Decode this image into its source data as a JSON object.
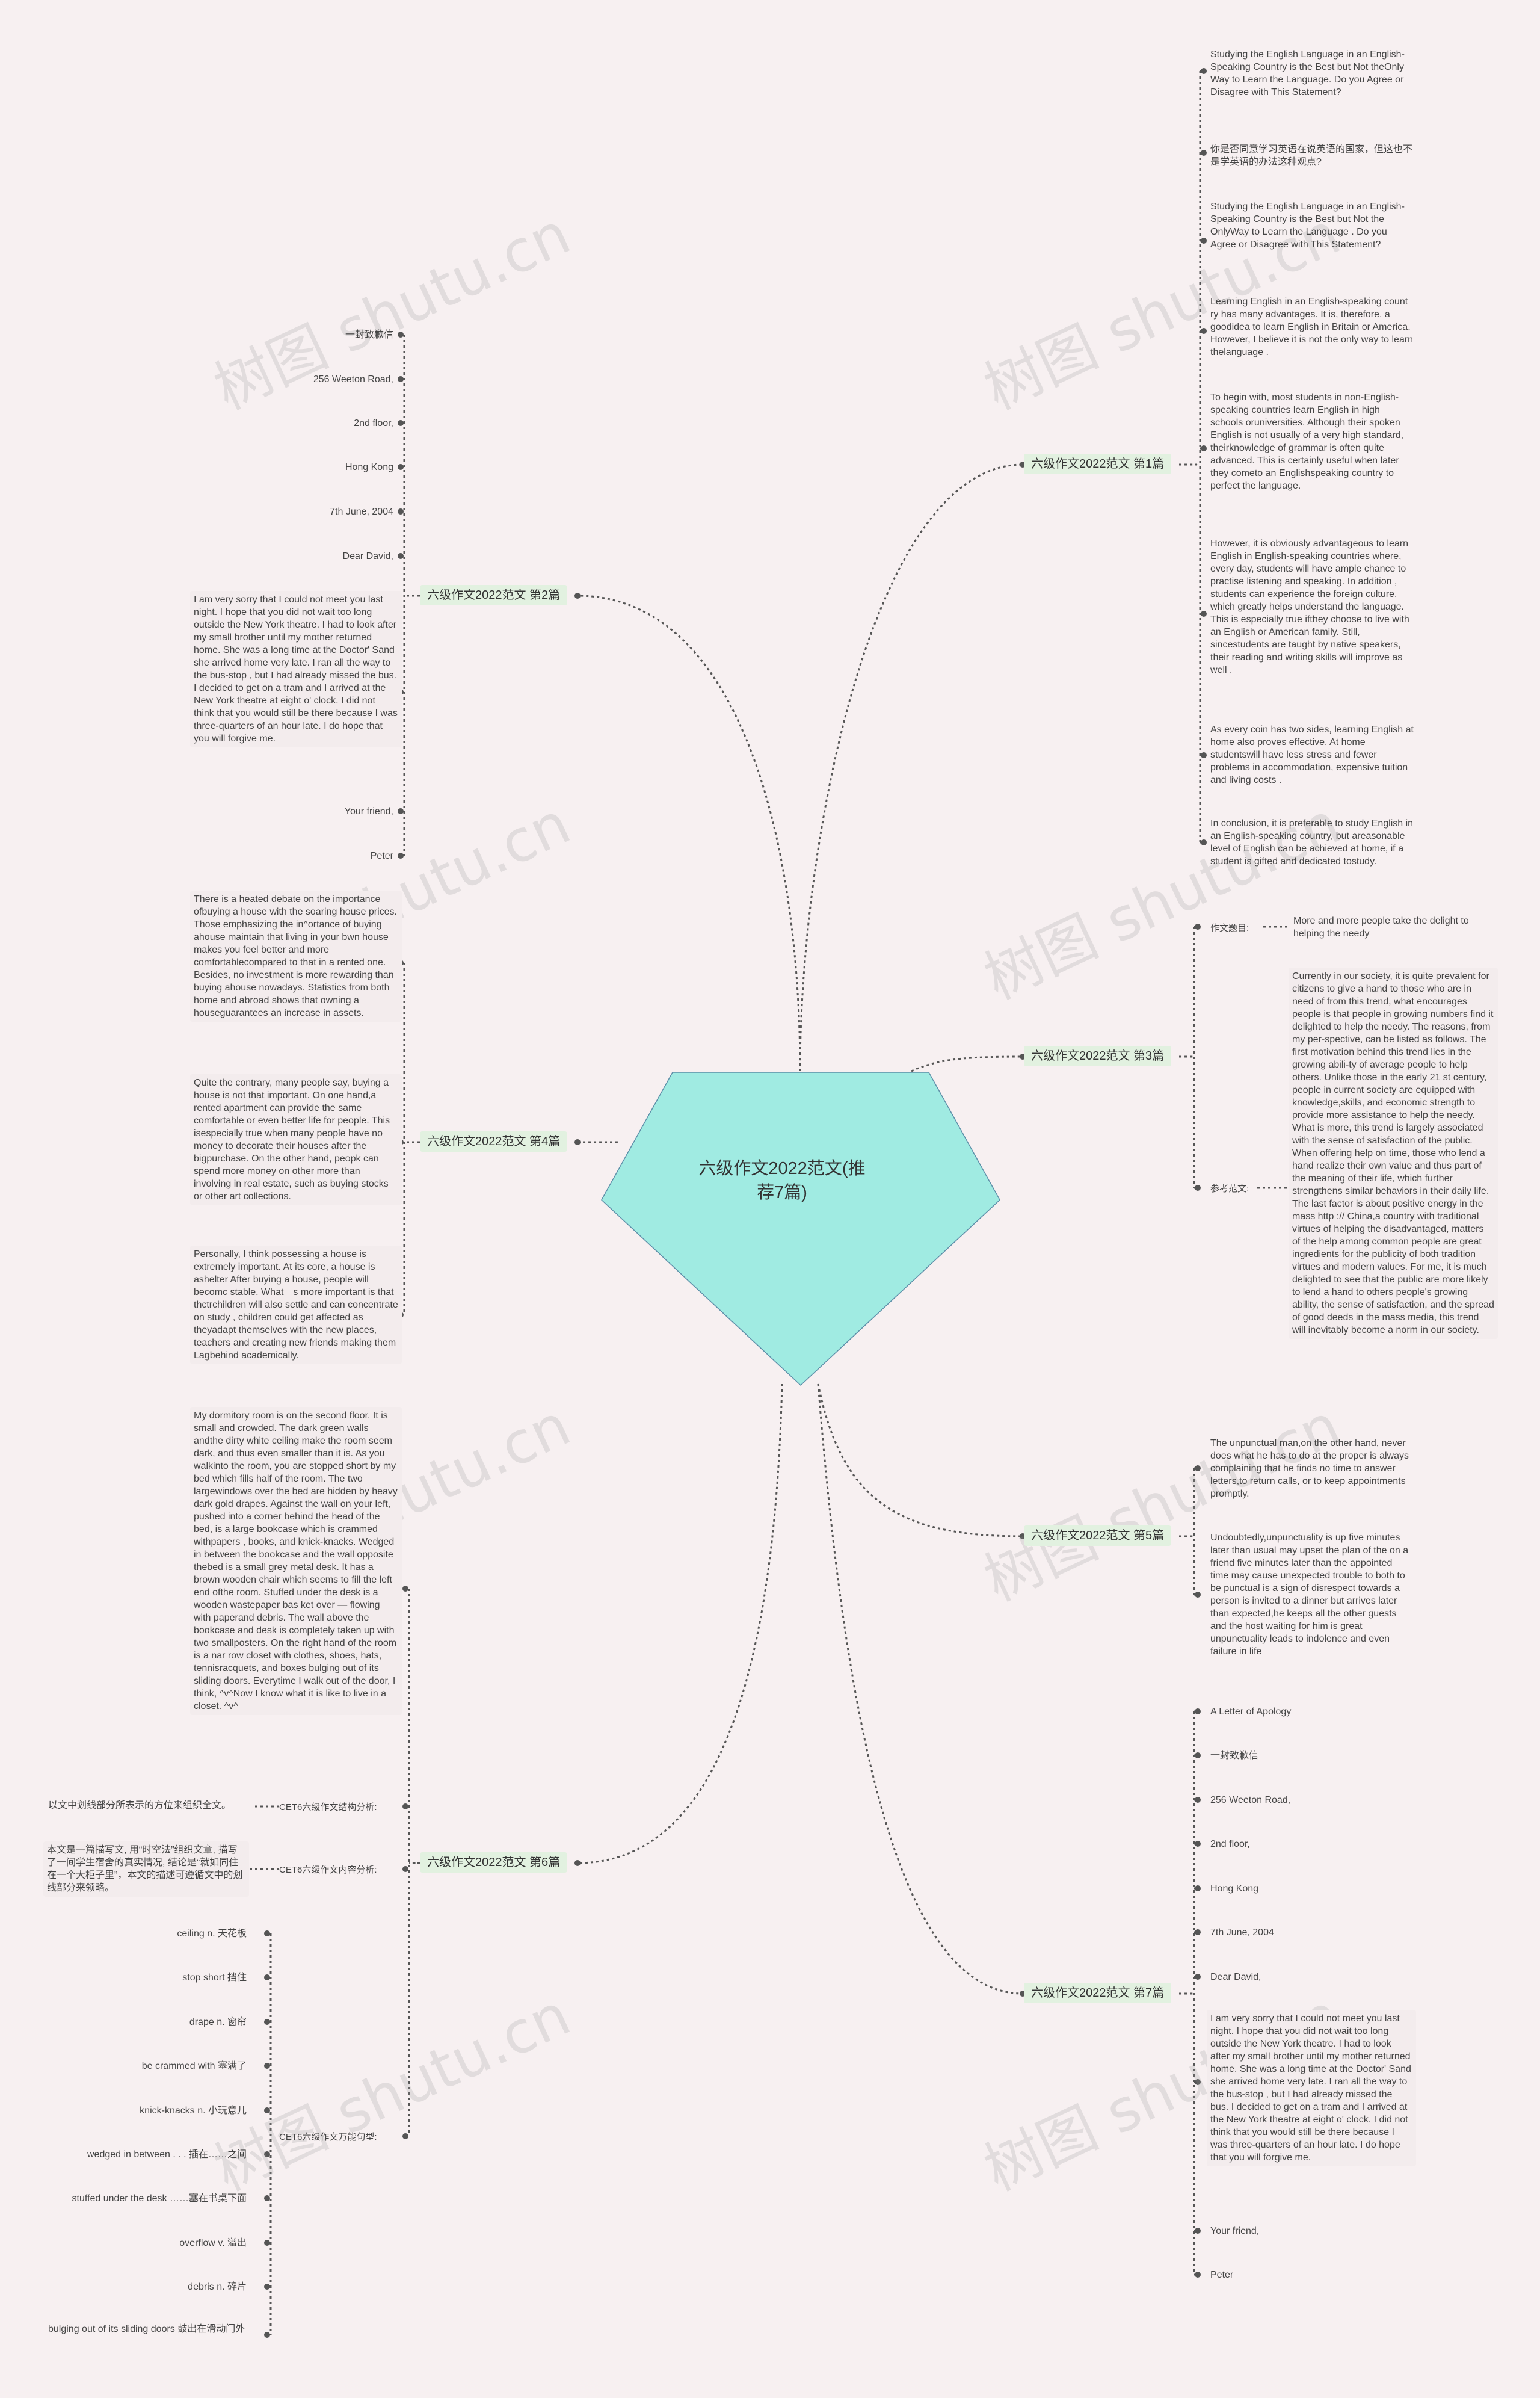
{
  "root": {
    "title": "六级作文2022范文(推荐7篇)"
  },
  "watermark": "树图 shutu.cn",
  "colors": {
    "root_fill": "#a0ebe2",
    "branch_bg": "#e2f1e0",
    "line": "#555555",
    "background": "#f7f0f1"
  },
  "branches": {
    "b1": {
      "label": "六级作文2022范文 第1篇",
      "leaves": [
        "Studying the English Language in an English-Speaking Country is the Best but Not theOnly Way to Learn the Language. Do you Agree or Disagree with This Statement?",
        "你是否同意学习英语在说英语的国家，但这也不是学英语的办法这种观点?",
        "Studying the English Language in an English-Speaking Country is the Best but Not the OnlyWay to Learn the Language . Do you Agree or Disagree with This Statement?",
        "Learning English in an English-speaking count ry has many advantages. It is, therefore, a goodidea to learn English in Britain or America. However, I believe it is not the only way to learn thelanguage .",
        "To begin with, most students in non-English-speaking countries learn English in high schools oruniversities. Although their spoken English is not usually of a very high standard, theirknowledge of grammar is often quite advanced. This is certainly useful when later they cometo an Englishspeaking country to perfect the language.",
        "However, it is obviously advantageous to learn English in English-speaking countries where, every day, students will have ample chance to practise listening and speaking. In addition , students can experience the foreign culture, which greatly helps understand the language. This is especially true ifthey choose to live with an English or American family. Still, sincestudents are taught by native speakers, their reading and writing skills will improve as well .",
        "As every coin has two sides, learning English at home also proves effective. At home studentswill have less stress and fewer problems in accommodation, expensive tuition and living costs .",
        "In conclusion, it is preferable to study English in an English-speaking country, but areasonable level of English can be achieved at home, if a student is gifted and dedicated tostudy."
      ]
    },
    "b2": {
      "label": "六级作文2022范文 第2篇",
      "leaves": [
        "一封致歉信",
        "256 Weeton Road,",
        "2nd floor,",
        "Hong Kong",
        "7th June, 2004",
        "Dear David,",
        "I am very sorry that I could not meet you last night. I hope that you did not wait too long outside the New York theatre. I had to look after my small brother until my mother returned home. She was a long time at the Doctor' Sand she arrived home very late. I ran all the way to the bus-stop , but I had already missed the bus. I decided to get on a tram and I arrived at the New York theatre at eight o' clock. I did not think that you would still be there because I was three-quarters of an hour late. I do hope that you will forgive me.",
        "Your friend,",
        "Peter"
      ]
    },
    "b3": {
      "label": "六级作文2022范文 第3篇",
      "sub1": "作文题目:",
      "sub1_text": "More and more people take the delight to helping the needy",
      "sub2": "参考范文:",
      "sub2_text": "Currently in our society, it is quite prevalent for citizens to give a hand to those who are in need of from this trend, what encourages people is that people in growing numbers find it delighted to help the needy. The reasons, from my per-spective, can be listed as follows. The first motivation behind this trend lies in the growing abili-ty of average people to help others. Unlike those in the early 21 st century, people in current society are equipped with knowledge,skills, and economic strength to provide more assistance to help the needy. What is more, this trend is largely associated with the sense of satisfaction of the public. When offering help on time, those who lend a hand realize their own value and thus part of the meaning of their life, which further strengthens similar behaviors in their daily life. The last factor is about positive energy in the mass http :// China,a country with traditional virtues of helping the disadvantaged, matters of the help among common people are great ingredients for the publicity of both tradition virtues and modern values. For me, it is much delighted to see that the public are more likely to lend a hand to others people's growing ability, the sense of satisfaction, and the spread of good deeds in the mass media, this trend will inevitably become a norm in our society."
    },
    "b4": {
      "label": "六级作文2022范文 第4篇",
      "leaves": [
        "There is a heated debate on the importance ofbuying a house with the soaring house prices. Those emphasizing the in^ortance of buying ahouse maintain that living in your bwn house makes you feel better and more comfortablecompared to that in a rented one. Besides, no investment is more rewarding than buying ahouse nowadays. Statistics from both home and abroad shows that owning a houseguarantees an increase in assets.",
        "Quite the contrary, many people say, buying a house is not that important. On one hand,a rented apartment can provide the same comfortable or even better life for people. This isespecially true when many people have no money to decorate their houses after the bigpurchase. On the other hand, peopk can spend more money on other more than involving in real estate, such as buying stocks or other art collections.",
        "Personally, I think possessing a house is extremely important. At its core, a house is ashelter After buying a house, people will becomc stable. What　s more important is that thctrchildren will also settle and can concentrate on study , children could get affected as theyadapt themselves with the new places, teachers and creating new friends making them Lagbehind academically."
      ]
    },
    "b5": {
      "label": "六级作文2022范文 第5篇",
      "leaves": [
        "The unpunctual man,on the other hand, never does what he has to do at the proper is always complaining that he finds no time to answer letters,to return calls, or to keep appointments promptly.",
        "Undoubtedly,unpunctuality is up five minutes later than usual may upset the plan of the on a friend five minutes later than the appointed time may cause unexpected trouble to both to be punctual is a sign of disrespect towards a person is invited to a dinner but arrives later than expected,he keeps all the other guests and the host waiting for him is great unpunctuality leads to indolence and even failure in life"
      ]
    },
    "b6": {
      "label": "六级作文2022范文 第6篇",
      "essay": "My dormitory room is on the second floor. It is small and crowded. The dark green walls andthe dirty white ceiling make the room seem dark, and thus even smaller than it is. As you walkinto the room, you are stopped short by my bed which fills half of the room. The two largewindows over the bed are hidden by heavy dark gold drapes. Against the wall on your left, pushed into a corner behind the head of the bed, is a large bookcase which is crammed withpapers , books, and knick-knacks. Wedged in between the bookcase and the wall opposite thebed is a small grey metal desk. It has a brown wooden chair which seems to fill the left end ofthe room. Stuffed under the desk is a wooden wastepaper bas ket over — flowing with paperand debris. The wall above the bookcase and desk is completely taken up with two smallposters. On the right hand of the room is a nar row closet with clothes, shoes, hats, tennisracquets, and boxes bulging out of its sliding doors. Everytime I walk out of the door, I think, ^v^Now I know what it is like to live in a closet. ^v^",
      "sub1": "CET6六级作文结构分析:",
      "sub1_text": "以文中划线部分所表示的方位来组织全文。",
      "sub2": "CET6六级作文内容分析:",
      "sub2_text": "本文是一篇描写文, 用“时空法”组织文章, 描写了一间学生宿舍的真实情况, 结论是“就如同住在一个大柜子里”，本文的描述可遵循文中的划线部分来领略。",
      "sub3": "CET6六级作文万能句型:",
      "vocab": [
        "ceiling n. 天花板",
        "stop short 挡住",
        "drape n. 窗帘",
        "be crammed with 塞满了",
        "knick-knacks n. 小玩意儿",
        "wedged in between . . . 插在……之间",
        "stuffed under the desk ……塞在书桌下面",
        "overflow v. 溢出",
        "debris n. 碎片",
        "bulging out of its sliding doors 鼓出在滑动门外"
      ]
    },
    "b7": {
      "label": "六级作文2022范文 第7篇",
      "leaves": [
        "A Letter of Apology",
        "一封致歉信",
        "256 Weeton Road,",
        "2nd floor,",
        "Hong Kong",
        "7th June, 2004",
        "Dear David,",
        "I am very sorry that I could not meet you last night. I hope that you did not wait too long outside the New York theatre. I had to look after my small brother until my mother returned home. She was a long time at the Doctor' Sand she arrived home very late. I ran all the way to the bus-stop , but I had already missed the bus. I decided to get on a tram and I arrived at the New York theatre at eight o' clock. I did not think that you would still be there because I was three-quarters of an hour late. I do hope that you will forgive me.",
        "Your friend,",
        "Peter"
      ]
    }
  }
}
